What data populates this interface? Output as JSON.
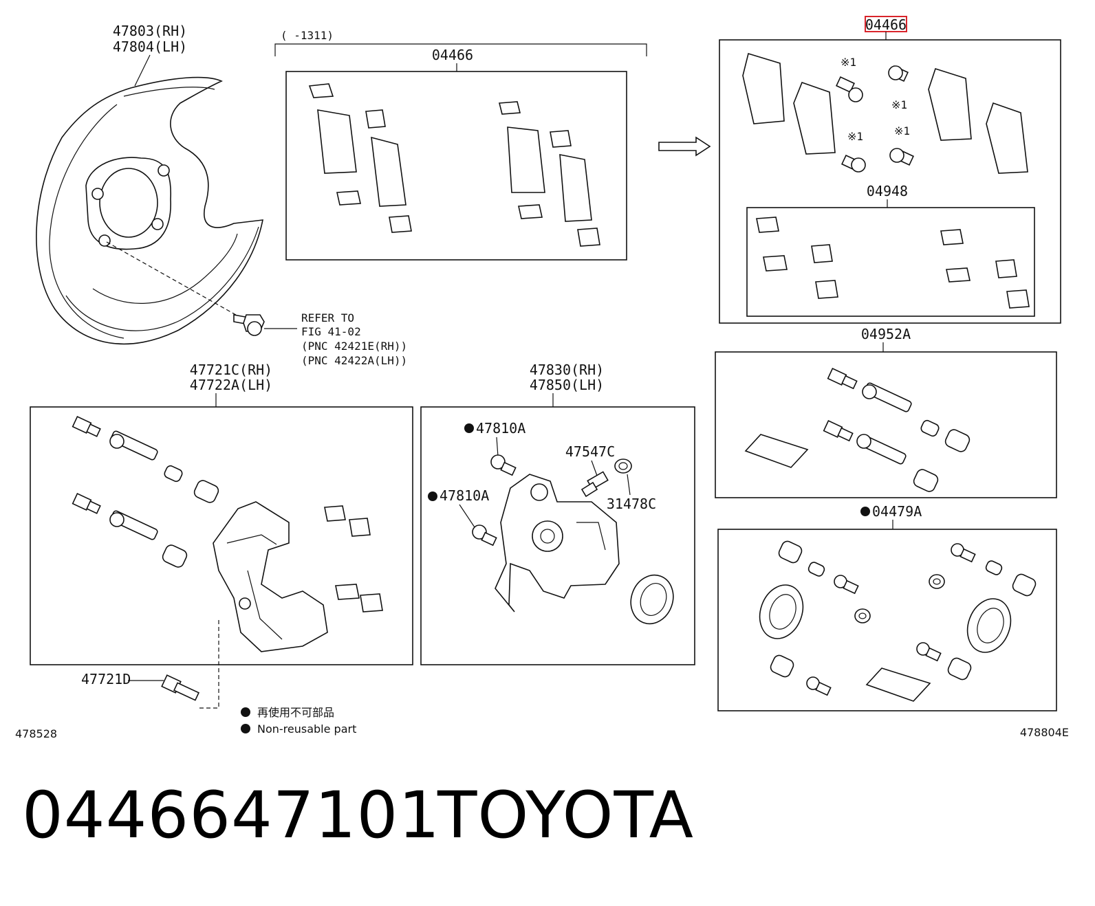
{
  "labels": {
    "shield_rh": "47803(RH)",
    "shield_lh": "47804(LH)",
    "date_range": "(     -1311)",
    "pad_kit_left": "04466",
    "pad_kit_highlight": "04466",
    "star_1a": "※1",
    "star_1b": "※1",
    "star_1c": "※1",
    "star_1d": "※1",
    "shim_kit": "04948",
    "refer_line1": "REFER TO",
    "refer_line2": "FIG 41-02",
    "refer_line3": "(PNC 42421E(RH))",
    "refer_line4": "(PNC 42422A(LH))",
    "mount_rh": "47721C(RH)",
    "mount_lh": "47722A(LH)",
    "cyl_rh": "47830(RH)",
    "cyl_lh": "47850(LH)",
    "bolt_a1": "47810A",
    "bolt_a2": "47810A",
    "bleeder": "47547C",
    "cap": "31478C",
    "slide_kit": "04952A",
    "seal_kit": "04479A",
    "bushing": "47721D",
    "legend_jp": "再使用不可部品",
    "legend_en": "Non-reusable part",
    "fig_left": "478528",
    "fig_right": "478804E"
  },
  "colors": {
    "highlight": "#d9242b",
    "line": "#111111"
  },
  "caption": {
    "part_number": "0446647101",
    "brand": "TOYOTA"
  }
}
